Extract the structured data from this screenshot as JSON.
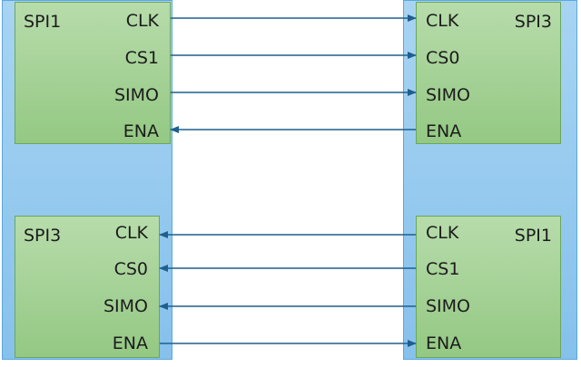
{
  "blocks": {
    "top_left": {
      "title": "SPI1",
      "pins": [
        "CLK",
        "CS1",
        "SIMO",
        "ENA"
      ]
    },
    "top_right": {
      "title": "SPI3",
      "pins": [
        "CLK",
        "CS0",
        "SIMO",
        "ENA"
      ]
    },
    "bottom_left": {
      "title": "SPI3",
      "pins": [
        "CLK",
        "CS0",
        "SIMO",
        "ENA"
      ]
    },
    "bottom_right": {
      "title": "SPI1",
      "pins": [
        "CLK",
        "CS1",
        "SIMO",
        "ENA"
      ]
    }
  },
  "connections": {
    "top": [
      "right",
      "right",
      "right",
      "left"
    ],
    "bottom": [
      "left",
      "left",
      "left",
      "right"
    ]
  },
  "colors": {
    "column_fill": "#86c1ec",
    "block_fill": "#94c883",
    "wire": "#1f5f8f"
  }
}
